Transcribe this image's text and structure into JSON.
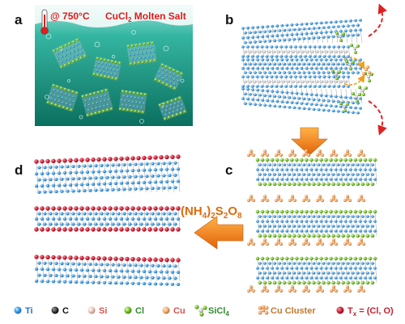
{
  "panels": {
    "a": {
      "label": "a",
      "temperature": "@ 750°C",
      "salt_prefix": "CuCl",
      "salt_sub": "2",
      "salt_suffix": " Molten Salt",
      "bath_color": "#1e9e88"
    },
    "b": {
      "label": "b"
    },
    "c": {
      "label": "c"
    },
    "d": {
      "label": "d"
    }
  },
  "reagent": {
    "p1": "(NH",
    "s1": "4",
    "p2": ")",
    "s2": "2",
    "p3": "S",
    "s3": "2",
    "p4": "O",
    "s4": "8"
  },
  "legend": [
    {
      "icon": "ti-atom-icon",
      "label": "Ti",
      "color": "#3aa0e8",
      "text_color": "#2b6fd1"
    },
    {
      "icon": "c-atom-icon",
      "label": "C",
      "color": "#333333",
      "text_color": "#111111"
    },
    {
      "icon": "si-atom-icon",
      "label": "Si",
      "color": "#e6c2b4",
      "text_color": "#d9534f"
    },
    {
      "icon": "cl-atom-icon",
      "label": "Cl",
      "color": "#7bc62d",
      "text_color": "#2e8b2e"
    },
    {
      "icon": "cu-atom-icon",
      "label": "Cu",
      "color": "#f0a86a",
      "text_color": "#d9534f"
    },
    {
      "icon": "sicl4-icon",
      "label": "SiCl",
      "sub": "4",
      "color": "#7bc62d",
      "text_color": "#2e8b2e"
    },
    {
      "icon": "cu-cluster-icon",
      "label": "Cu Cluster",
      "color": "#d9955a",
      "text_color": "#c0792f"
    },
    {
      "icon": "tx-atom-icon",
      "label": "T",
      "sub": "x",
      "suffix": " = (Cl, O)",
      "color": "#d7263d",
      "text_color": "#c81e2e"
    }
  ],
  "colors": {
    "ti": "#3aa0e8",
    "tx": "#d7263d",
    "cl": "#7bc62d",
    "si": "#d0d0d0",
    "arrow": "#f07d12",
    "red_arrow": "#e02020"
  }
}
